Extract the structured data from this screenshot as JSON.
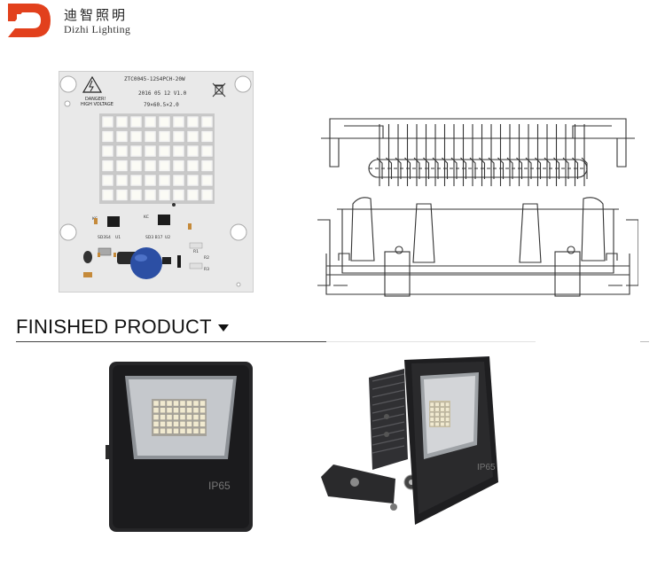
{
  "brand": {
    "name_cn": "迪智照明",
    "name_en": "Dizhi Lighting",
    "logo_icon": "dz-logo-icon",
    "accent_color": "#e2401c"
  },
  "pcb": {
    "label_model": "ZTC0045-12S4PCH-20W",
    "label_date": "2016 05 12 V1.0",
    "label_size": "79×60.5×2.0",
    "warning_line1": "DANGER!",
    "warning_line2": "HIGH VOLTAGE",
    "ic_label_left_chip": "KC",
    "ic_label_left_code": "SD3S4",
    "ic_label_left_ref": "U1",
    "ic_label_right_chip": "KC",
    "ic_label_right_code": "SD3 B17",
    "ic_label_right_ref": "U2",
    "ref_r1": "R1",
    "ref_r2": "R2",
    "ref_r3": "R3"
  },
  "section": {
    "title": "FINISHED PRODUCT"
  },
  "products": {
    "front_rating": "IP65",
    "angled_rating": "IP65"
  }
}
